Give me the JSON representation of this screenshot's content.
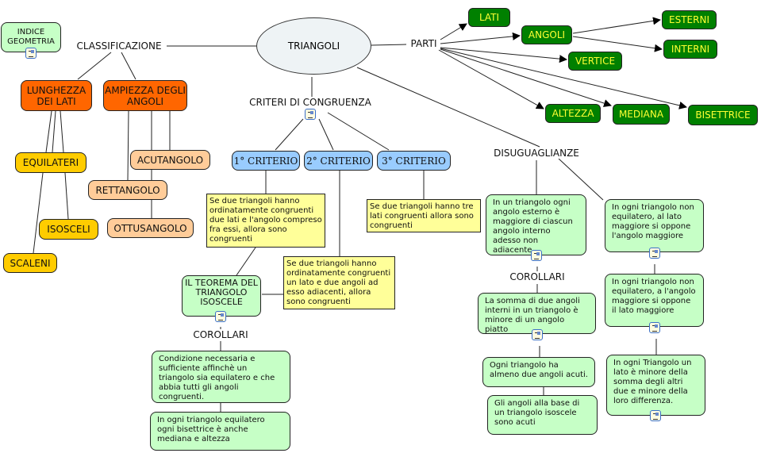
{
  "root": "TRIANGOLI",
  "index_node": "INDICE GEOMETRIA",
  "links": {
    "classificazione": "CLASSIFICAZIONE",
    "parti": "PARTI",
    "criteri": "CRITERI DI CONGRUENZA",
    "disuguaglianze": "DISUGUAGLIANZE",
    "corollari_1": "COROLLARI",
    "corollari_2": "COROLLARI"
  },
  "parti": {
    "lati": "LATI",
    "angoli": "ANGOLI",
    "esterni": "ESTERNI",
    "interni": "INTERNI",
    "vertice": "VERTICE",
    "altezza": "ALTEZZA",
    "mediana": "MEDIANA",
    "bisettrice": "BISETTRICE"
  },
  "classificazione": {
    "lunghezza": "LUNGHEZZA DEI LATI",
    "ampiezza": "AMPIEZZA DEGLI ANGOLI",
    "equilateri": "EQUILATERI",
    "isosceli": "ISOSCELI",
    "scaleni": "SCALENI",
    "acutangolo": "ACUTANGOLO",
    "rettangolo": "RETTANGOLO",
    "ottusangolo": "OTTUSANGOLO"
  },
  "criteri": {
    "c1": "1° CRITERIO",
    "c2": "2° CRITERIO",
    "c3": "3° CRITERIO",
    "c1_text": "Se due triangoli hanno ordinatamente congruenti due lati e l'angolo compreso fra essi, allora sono congruenti",
    "c2_text": "Se due triangoli hanno ordinatamente congruenti un lato e due angoli ad esso adiacenti, allora sono congruenti",
    "c3_text": "Se due triangoli hanno tre lati congruenti allora sono congruenti",
    "teorema": "IL TEOREMA DEL TRIANGOLO ISOSCELE",
    "cor_a": "Condizione necessaria e sufficiente affinchè un triangolo sia equilatero e che abbia tutti gli angoli congruenti.",
    "cor_b": "In ogni triangolo equilatero ogni bisettrice è anche mediana e altezza"
  },
  "disuguaglianze": {
    "esterno": "In un triangolo ogni angolo esterno è maggiore di ciascun angolo interno adesso non adiacente",
    "somma": "La somma di due angoli interni in un triangolo è minore di un angolo piatto",
    "acuti": "Ogni triangolo ha almeno due angoli acuti.",
    "base": "Gli angoli alla base di un triangolo isoscele sono acuti",
    "lato_ang": "In ogni triangolo non equilatero, al lato maggiore si oppone l'angolo maggiore",
    "ang_lato": "In ogni triangolo non equilatero, a l'angolo maggiore si oppone il lato maggiore",
    "lato_min": "In ogni Triangolo un lato è minore della somma degli altri due e minore della loro differenza."
  },
  "colors": {
    "green": "#c6ffc6",
    "dark_green": "#008000",
    "orange": "#ff6600",
    "yellow": "#ffcc00",
    "peach": "#ffcc99",
    "blue": "#99ccff",
    "note": "#ffff99"
  },
  "icons": [
    "resource-document-icon"
  ]
}
